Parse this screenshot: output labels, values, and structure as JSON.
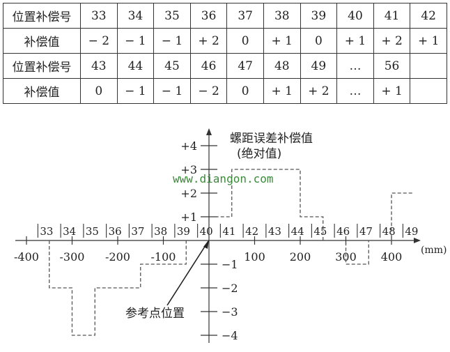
{
  "table": {
    "rows": [
      {
        "header": "位置补偿号",
        "cells": [
          "33",
          "34",
          "35",
          "36",
          "37",
          "38",
          "39",
          "40",
          "41",
          "42"
        ]
      },
      {
        "header": "补偿值",
        "cells": [
          "− 2",
          "− 1",
          "− 1",
          "+ 2",
          "0",
          "+ 1",
          "0",
          "+ 1",
          "+ 2",
          "+ 1"
        ]
      },
      {
        "header": "位置补偿号",
        "cells": [
          "43",
          "44",
          "45",
          "46",
          "47",
          "48",
          "49",
          "…",
          "56",
          ""
        ]
      },
      {
        "header": "补偿值",
        "cells": [
          "0",
          "− 1",
          "− 1",
          "− 2",
          "0",
          "+ 1",
          "+ 2",
          "…",
          "+ 1",
          ""
        ]
      }
    ]
  },
  "diagram": {
    "title_line1": "螺距误差补偿值",
    "title_line2": "(绝对值)",
    "watermark": "www.diangon.com",
    "x_unit": "(mm)",
    "reference_label": "参考点位置",
    "y_ticks": [
      {
        "value": 4,
        "label": "+4"
      },
      {
        "value": 3,
        "label": "+3"
      },
      {
        "value": 2,
        "label": "+2"
      },
      {
        "value": 1,
        "label": "+1"
      },
      {
        "value": -1,
        "label": "−1"
      },
      {
        "value": -2,
        "label": "−2"
      },
      {
        "value": -3,
        "label": "−3"
      },
      {
        "value": -4,
        "label": "−4"
      }
    ],
    "x_ticks": [
      {
        "value": -400,
        "label": "-400"
      },
      {
        "value": -300,
        "label": "-300"
      },
      {
        "value": -200,
        "label": "-200"
      },
      {
        "value": -100,
        "label": "-100"
      },
      {
        "value": 100,
        "label": "100"
      },
      {
        "value": 200,
        "label": "200"
      },
      {
        "value": 300,
        "label": "300"
      },
      {
        "value": 400,
        "label": "400"
      }
    ],
    "segments": [
      "33",
      "34",
      "35",
      "36",
      "37",
      "38",
      "39",
      "40",
      "41",
      "42",
      "43",
      "44",
      "45",
      "46",
      "47",
      "48",
      "49"
    ],
    "steps": [
      {
        "from": -350,
        "to": -300,
        "value": -2
      },
      {
        "from": -300,
        "to": -250,
        "value": -4
      },
      {
        "from": -250,
        "to": -200,
        "value": -2
      },
      {
        "from": -200,
        "to": -150,
        "value": -2
      },
      {
        "from": -150,
        "to": -100,
        "value": -1
      },
      {
        "from": -100,
        "to": -50,
        "value": -1
      },
      {
        "from": -50,
        "to": 0,
        "value": 0
      },
      {
        "from": 0,
        "to": 50,
        "value": 1
      },
      {
        "from": 50,
        "to": 100,
        "value": 3
      },
      {
        "from": 100,
        "to": 150,
        "value": 3
      },
      {
        "from": 150,
        "to": 200,
        "value": 3
      },
      {
        "from": 200,
        "to": 250,
        "value": 1
      },
      {
        "from": 250,
        "to": 300,
        "value": 0
      },
      {
        "from": 300,
        "to": 350,
        "value": -1
      },
      {
        "from": 350,
        "to": 400,
        "value": 0
      },
      {
        "from": 400,
        "to": 450,
        "value": 2
      }
    ]
  }
}
